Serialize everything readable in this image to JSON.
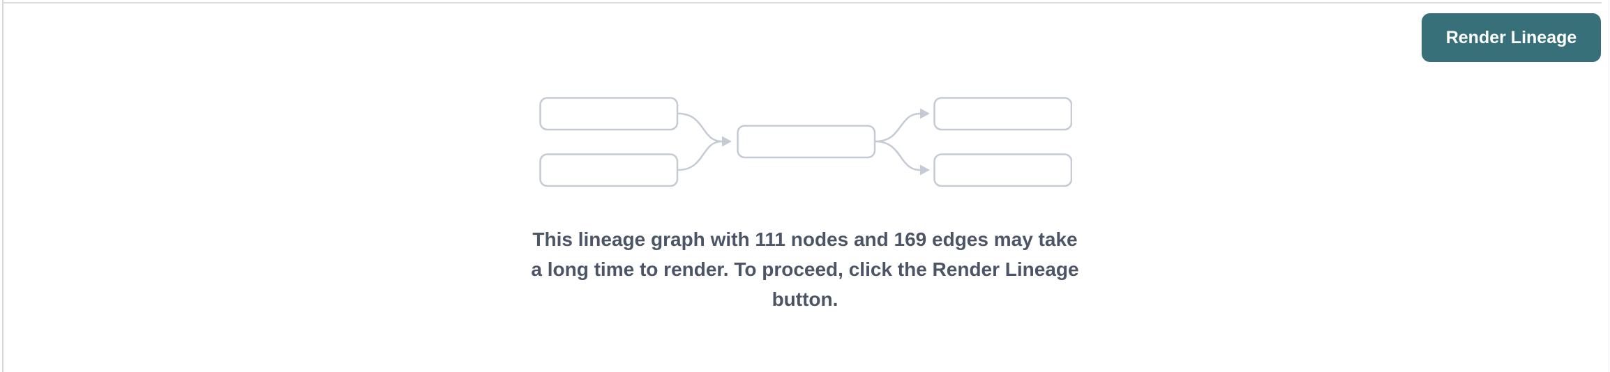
{
  "toolbar": {
    "render_lineage_label": "Render Lineage"
  },
  "message": {
    "full_text": "This lineage graph with 111 nodes and 169 edges may take a long time to render. To proceed, click the Render Lineage button.",
    "lines": [
      "This lineage graph with 111 nodes and 169 edges may take",
      "a long time to render. To proceed, click the Render Lineage",
      "button."
    ],
    "node_count": 111,
    "edge_count": 169
  },
  "illustration": {
    "name": "lineage-graph-placeholder",
    "structure": "2 upstream nodes -> 1 middle node -> 2 downstream nodes",
    "box_count": 5,
    "edge_count": 4
  },
  "colors": {
    "accent": "#377078",
    "button_text": "#ffffff",
    "message_text": "#4c5566",
    "diagram_stroke": "#c5cbd4",
    "panel_border_top": "#dddde0",
    "panel_border_left": "#d8d8dc"
  }
}
